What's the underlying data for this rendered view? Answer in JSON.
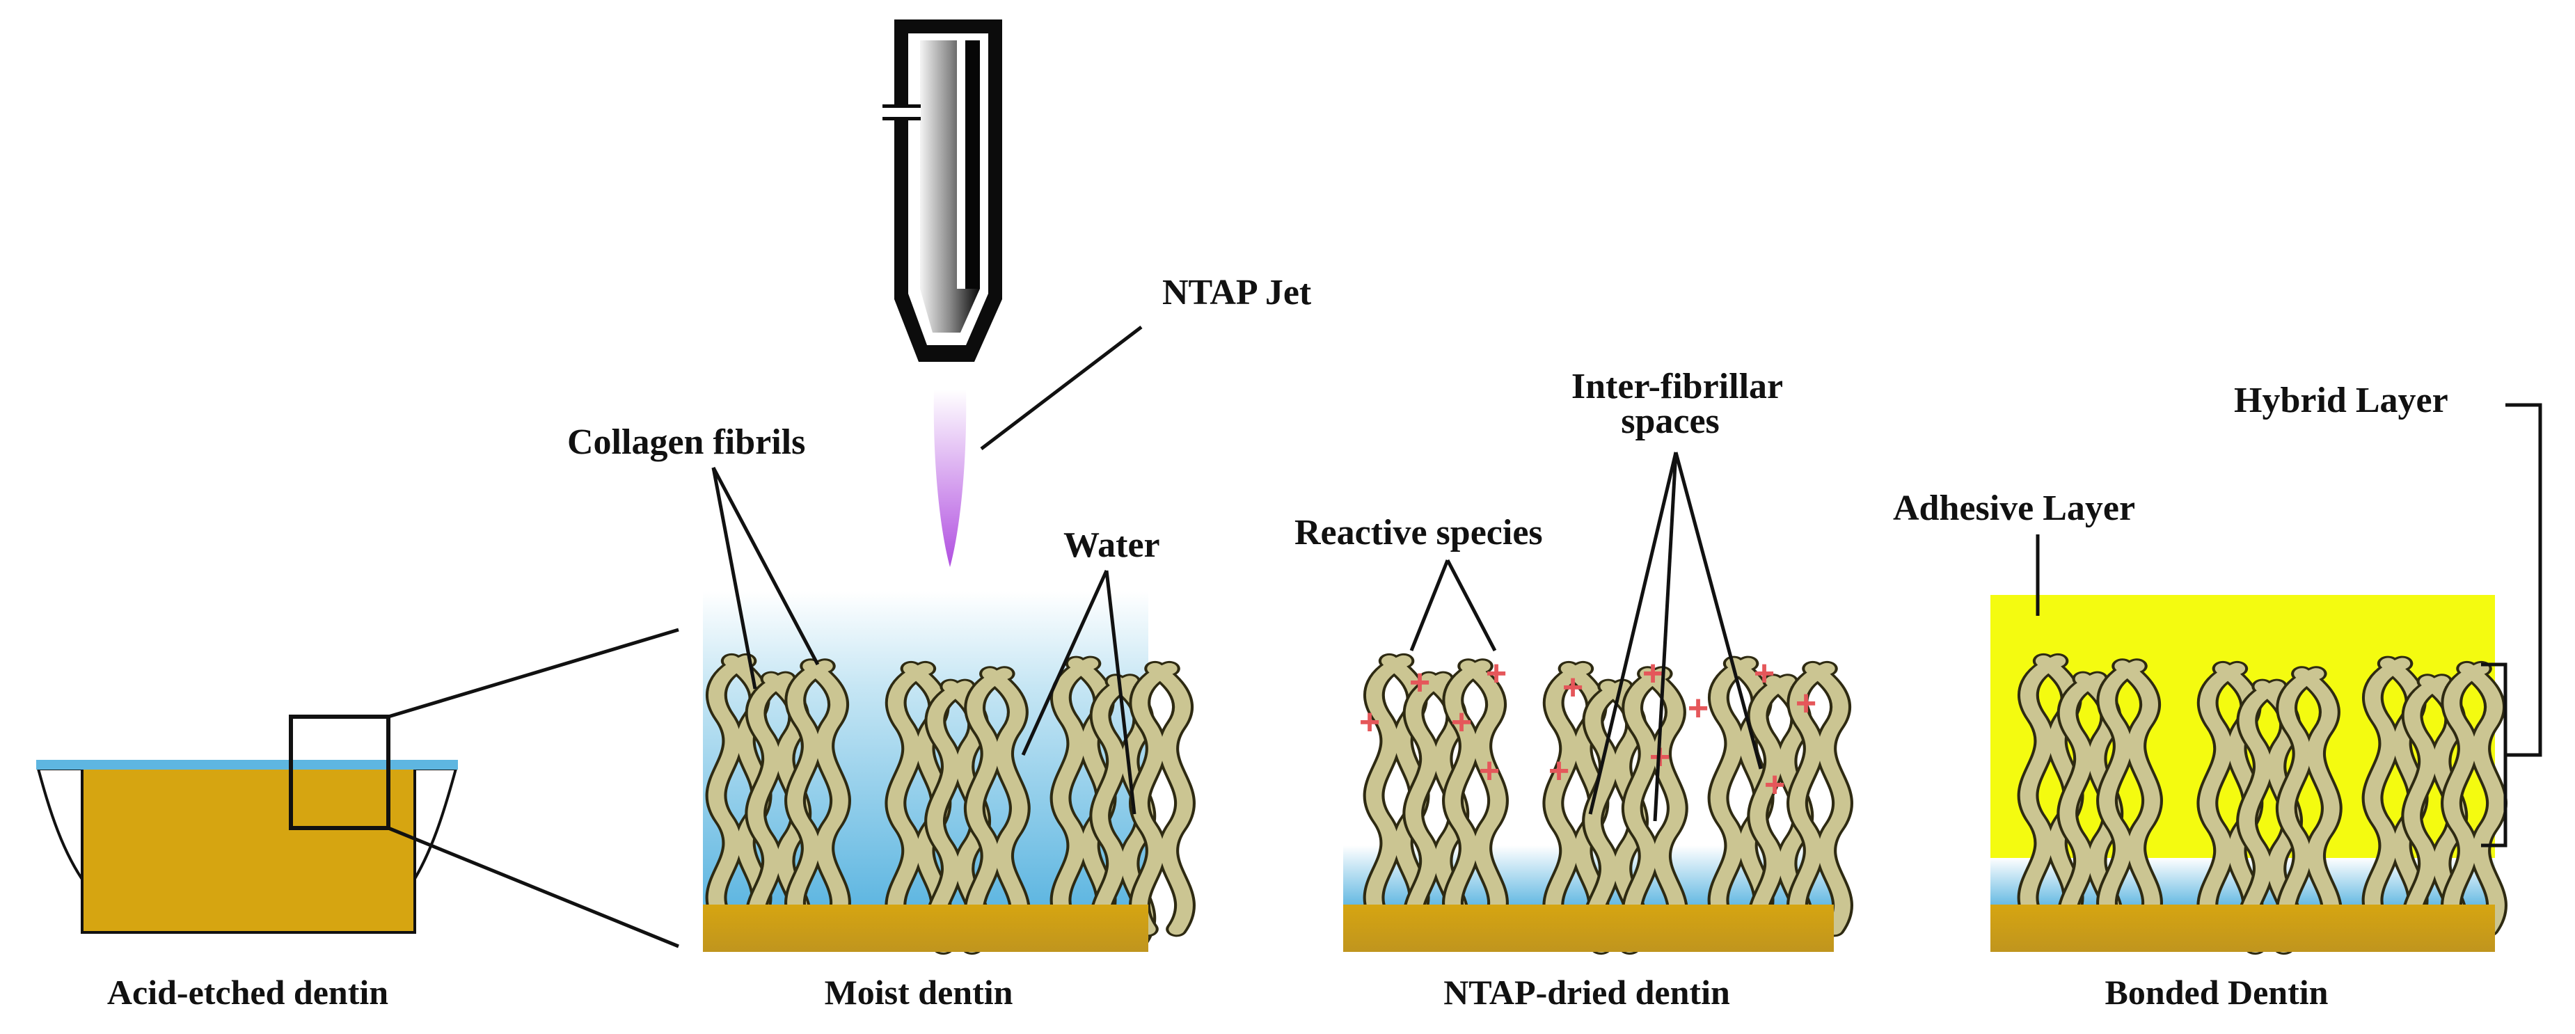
{
  "colors": {
    "dentin": "#d6a511",
    "dentin_gradient_end": "#c0951e",
    "water_blue": "#5eb6e1",
    "fibril": "#cbc592",
    "fibril_outline": "#2e2a12",
    "adhesive_yellow": "#f4fb10",
    "plasma_purple": "#b04ee0",
    "reactive_plus": "#e5575a"
  },
  "labels": {
    "ntap_jet": "NTAP Jet",
    "collagen_fibrils": "Collagen fibrils",
    "water": "Water",
    "reactive_species": "Reactive species",
    "inter_fibrillar_1": "Inter-fibrillar",
    "inter_fibrillar_2": "spaces",
    "hybrid_layer": "Hybrid Layer",
    "adhesive_layer": "Adhesive Layer"
  },
  "panels": [
    {
      "caption": "Acid-etched dentin"
    },
    {
      "caption": "Moist dentin"
    },
    {
      "caption": "NTAP-dried dentin"
    },
    {
      "caption": "Bonded Dentin"
    }
  ],
  "icons": {
    "nozzle": "ntap-nozzle-icon",
    "plasma": "plasma-plume-icon",
    "reactive_species": "plus-sign-icon"
  },
  "reactive_symbol": "+"
}
